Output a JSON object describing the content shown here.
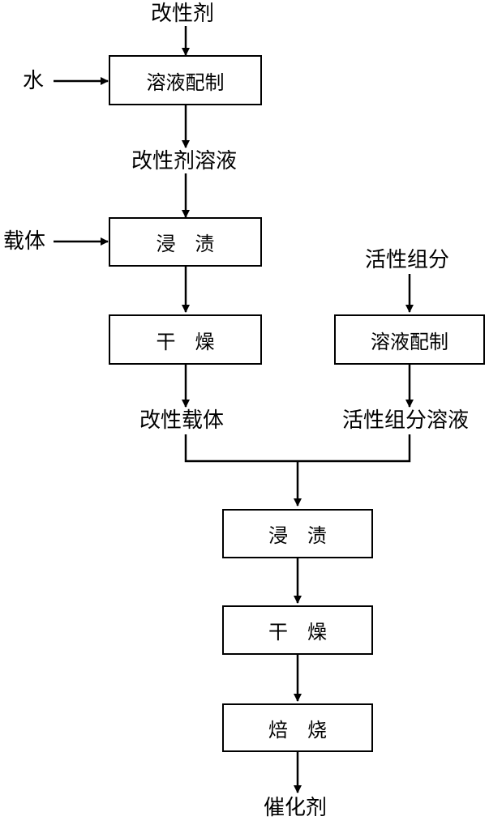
{
  "flowchart": {
    "inputs": {
      "modifier": "改性剂",
      "water": "水",
      "carrier": "载体",
      "active_component": "活性组分"
    },
    "intermediates": {
      "modifier_solution": "改性剂溶液",
      "modified_carrier": "改性载体",
      "active_component_solution": "活性组分溶液"
    },
    "steps": {
      "solution_prep_1": "溶液配制",
      "impregnation_1": "浸　渍",
      "drying_1": "干　燥",
      "solution_prep_2": "溶液配制",
      "impregnation_2": "浸　渍",
      "drying_2": "干　燥",
      "calcination": "焙　烧"
    },
    "output": {
      "catalyst": "催化剂"
    }
  }
}
